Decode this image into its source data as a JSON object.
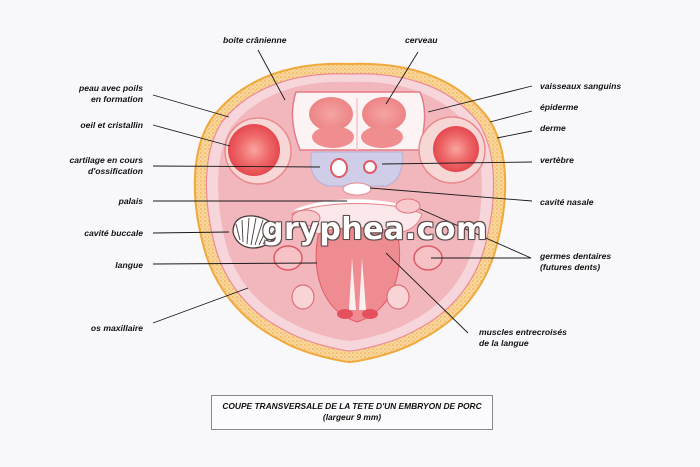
{
  "diagram": {
    "title": "COUPE TRANSVERSALE DE LA TETE D'UN EMBRYON DE PORC",
    "subtitle": "(largeur 9 mm)",
    "watermark": "gryphea.com",
    "colors": {
      "background": "#f8f7fa",
      "skin_border": "#f0a93c",
      "tissue": "#f3b6b8",
      "tissue_dark": "#e8505a",
      "cartilage": "#c9c8e6",
      "label_text": "#111111"
    },
    "labels_left": [
      {
        "id": "peau",
        "text": "peau avec poils\nen formation"
      },
      {
        "id": "oeil",
        "text": "oeil et cristallin"
      },
      {
        "id": "cartilage",
        "text": "cartilage en cours\nd'ossification"
      },
      {
        "id": "palais",
        "text": "palais"
      },
      {
        "id": "cavite-buccale",
        "text": "cavité buccale"
      },
      {
        "id": "langue",
        "text": "langue"
      },
      {
        "id": "os-maxillaire",
        "text": "os maxillaire"
      }
    ],
    "labels_top": [
      {
        "id": "boite-cranienne",
        "text": "boite crânienne"
      },
      {
        "id": "cerveau",
        "text": "cerveau"
      }
    ],
    "labels_right": [
      {
        "id": "vaisseaux",
        "text": "vaisseaux sanguins"
      },
      {
        "id": "epiderme",
        "text": "épiderme"
      },
      {
        "id": "derme",
        "text": "derme"
      },
      {
        "id": "vertebre",
        "text": "vertèbre"
      },
      {
        "id": "cavite-nasale",
        "text": "cavité nasale"
      },
      {
        "id": "germes",
        "text": "germes dentaires\n(futures dents)"
      },
      {
        "id": "muscles",
        "text": "muscles entrecroisés\nde la langue"
      }
    ]
  }
}
